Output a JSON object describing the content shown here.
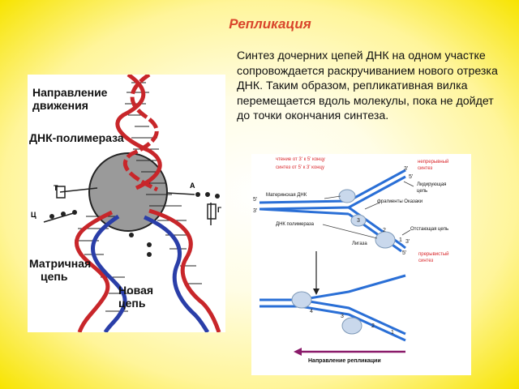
{
  "slide": {
    "title": "Репликация",
    "body_text": "Синтез дочерних цепей ДНК на одном участке сопровождается раскручиванием нового отрезка ДНК. Таким образом, репликативная вилка перемещается вдоль молекулы, пока не дойдет до точки окончания синтеза."
  },
  "left_diagram": {
    "label_direction_line1": "Направление",
    "label_direction_line2": "движения",
    "label_polymerase": "ДНК-полимераза",
    "label_template_line1": "Матричная",
    "label_template_line2": "цепь",
    "label_new_line1": "Новая",
    "label_new_line2": "цепь",
    "base_letters": [
      "Т",
      "А",
      "Ц",
      "Г"
    ],
    "colors": {
      "template_strand": "#c8262a",
      "new_strand": "#2a3ea8",
      "enzyme": "#9a9a9a"
    }
  },
  "right_diagram": {
    "synthesis_3_5": "чтение от 3' к 5' концу",
    "synthesis_5_3": "синтез от 5' к 3' концу",
    "continuous_synth_line1": "непрерывный",
    "continuous_synth_line2": "синтез",
    "leading_line1": "Лидирующая",
    "leading_line2": "цепь",
    "parent_dna": "Материнская ДНК",
    "okazaki": "фрагменты Оказаки",
    "polymerase": "ДНК полимераза",
    "ligase": "Лигаза",
    "lagging": "Отстающая цепь",
    "discontinuous_line1": "прерывистый",
    "discontinuous_line2": "синтез",
    "direction": "Направление репликации",
    "end_3": "3'",
    "end_5": "5'",
    "num_1": "1",
    "num_2": "2",
    "num_3": "3",
    "num_4": "4",
    "colors": {
      "strand": "#2a6fd6",
      "label_red": "#d9262a",
      "enzyme": "#c9d8ec",
      "arrow": "#8a1a6a"
    }
  }
}
